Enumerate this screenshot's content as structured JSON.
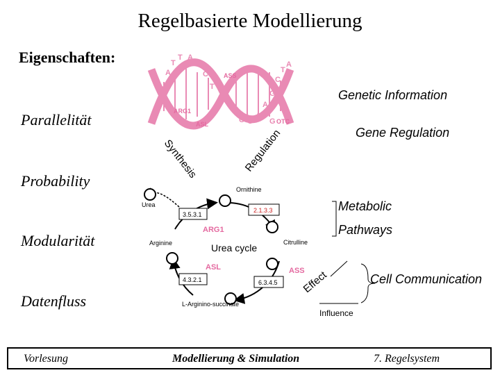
{
  "title": "Regelbasierte Modellierung",
  "subtitle": "Eigenschaften:",
  "properties": [
    "Parallelität",
    "Probability",
    "Modularität",
    "Datenfluss"
  ],
  "annotations": {
    "genetic_information": "Genetic Information",
    "gene_regulation": "Gene Regulation",
    "metabolic": "Metabolic",
    "pathways": "Pathways",
    "cell_communication": "Cell Communication",
    "synthesis": "Synthesis",
    "regulation": "Regulation",
    "effect": "Effect",
    "influence": "Influence"
  },
  "dna": {
    "labels": [
      "ASS",
      "ARG1",
      "ASL",
      "OTC"
    ],
    "letters": [
      "A",
      "T",
      "A",
      "T",
      "T",
      "A",
      "G",
      "C",
      "T",
      "T",
      "G",
      "C",
      "C",
      "A",
      "A",
      "G",
      "C",
      "T",
      "A",
      "G"
    ]
  },
  "urea_cycle": {
    "center": "Urea cycle",
    "metabolites": [
      "Ornithine",
      "Citrulline",
      "L-Arginino-succinate",
      "Arginine",
      "Urea"
    ],
    "enzymes": [
      "ARG1",
      "ASL",
      "ASS"
    ],
    "ec_numbers": [
      "3.5.3.1",
      "2.1.3.3",
      "4.3.2.1",
      "6.3.4.5"
    ]
  },
  "footer": {
    "left": "Vorlesung",
    "center": "Modellierung & Simulation",
    "right": "7. Regelsystem"
  },
  "colors": {
    "enzyme": "#e46aa0",
    "ec_red": "#cc2222",
    "dna": "#e98ab4"
  }
}
